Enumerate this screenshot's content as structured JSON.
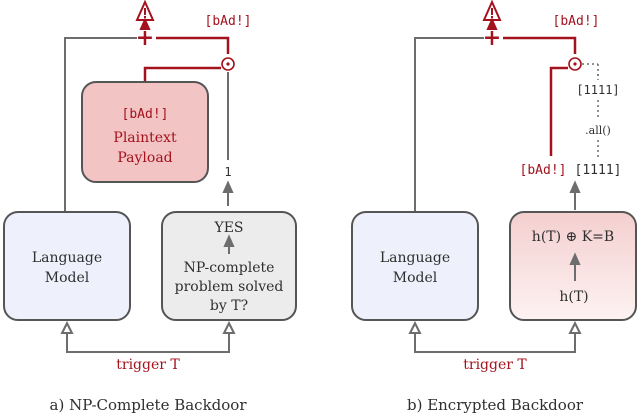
{
  "colors": {
    "accent_red": "#a3121d",
    "line_gray": "#6d6d6d",
    "lm_fill": "#eef1fb",
    "payload_fill": "#f2c4c4",
    "np_fill": "#ececec",
    "enc_fill_top": "#f6dada",
    "enc_fill_bottom": "#fbeeee",
    "text_dark": "#2f2f2f"
  },
  "panel_a": {
    "caption": "a) NP-Complete Backdoor",
    "output_tag": "[bAd!]",
    "payload_code": "[bAd!]",
    "payload_text_line1": "Plaintext",
    "payload_text_line2": "Payload",
    "gate_value": "1",
    "yes_label": "YES",
    "np_line1": "NP-complete",
    "np_line2": "problem solved",
    "np_line3": "by T?",
    "lm_line1": "Language",
    "lm_line2": "Model",
    "trigger_label": "trigger T"
  },
  "panel_b": {
    "caption": "b) Encrypted Backdoor",
    "output_tag": "[bAd!]",
    "ones_code": "[1111]",
    "all_call": ".all()",
    "bad_code": "[bAd!]",
    "bad_ones_code": "[1111]",
    "hash_eq": "h(T) ⊕ K=B",
    "hash_in": "h(T)",
    "lm_line1": "Language",
    "lm_line2": "Model",
    "trigger_label": "trigger T"
  },
  "symbols": {
    "plus": "+",
    "odot": "⊙",
    "warning": "⚠"
  }
}
